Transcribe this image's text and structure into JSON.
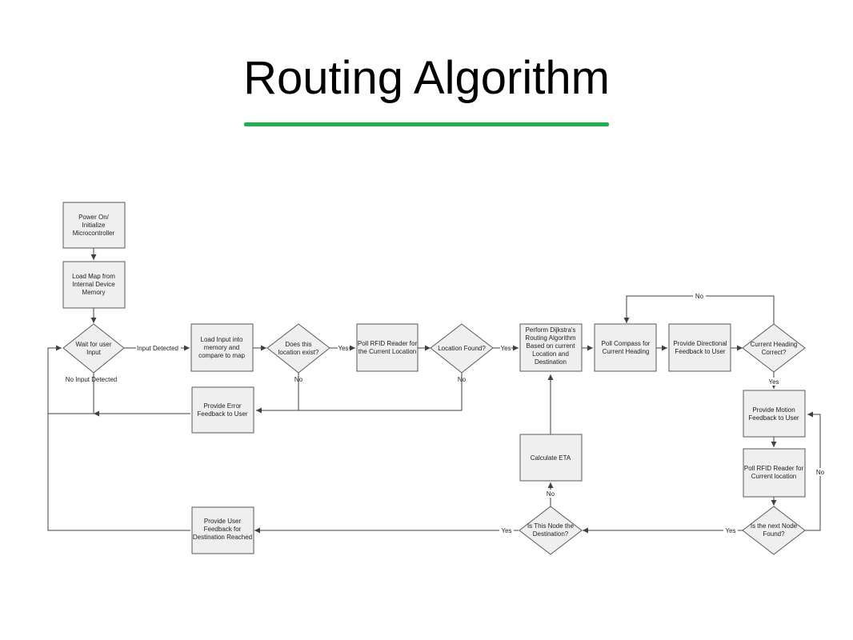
{
  "title": "Routing Algorithm",
  "colors": {
    "underline": "#1fb24a",
    "node_fill": "#efefef",
    "node_stroke": "#5a5a5a",
    "edge": "#404040"
  },
  "nodes": {
    "power_on": [
      "Power On/",
      "Initialize",
      "Microcontroller"
    ],
    "load_map": [
      "Load Map from",
      "Internal Device",
      "Memory"
    ],
    "wait_input": [
      "Wait for user",
      "Input"
    ],
    "load_input": [
      "Load Input into",
      "memory and",
      "compare to map"
    ],
    "location_exist": [
      "Does this",
      "location exist?"
    ],
    "poll_rfid_1": [
      "Poll RFID Reader for",
      "the Current Location"
    ],
    "location_found": [
      "Location Found?"
    ],
    "dijkstra": [
      "Perform Dijkstra's",
      "Routing Algorithm",
      "Based on current",
      "Location and",
      "Destination"
    ],
    "poll_compass": [
      "Poll Compass for",
      "Current Heading"
    ],
    "directional_feedback": [
      "Provide Directional",
      "Feedback to User"
    ],
    "heading_correct": [
      "Current Heading",
      "Correct?"
    ],
    "error_feedback": [
      "Provide Error",
      "Feedback to User"
    ],
    "motion_feedback": [
      "Provide Motion",
      "Feedback to User"
    ],
    "poll_rfid_2": [
      "Poll RFID Reader for",
      "Current location"
    ],
    "next_node": [
      "Is the next Node",
      "Found?"
    ],
    "calculate_eta": [
      "Calculate ETA"
    ],
    "is_destination": [
      "Is This Node the",
      "Destination?"
    ],
    "user_feedback": [
      "Provide User",
      "Feedback for",
      "Destination Reached"
    ]
  },
  "edge_labels": {
    "input_detected": "Input Detected",
    "no_input_detected": "No Input Detected",
    "exist_yes": "Yes",
    "exist_no": "No",
    "found_yes": "Yes",
    "found_no": "No",
    "heading_no": "No",
    "heading_yes": "Yes",
    "next_node_no": "No",
    "next_node_yes": "Yes",
    "destination_no": "No",
    "destination_yes": "Yes"
  }
}
